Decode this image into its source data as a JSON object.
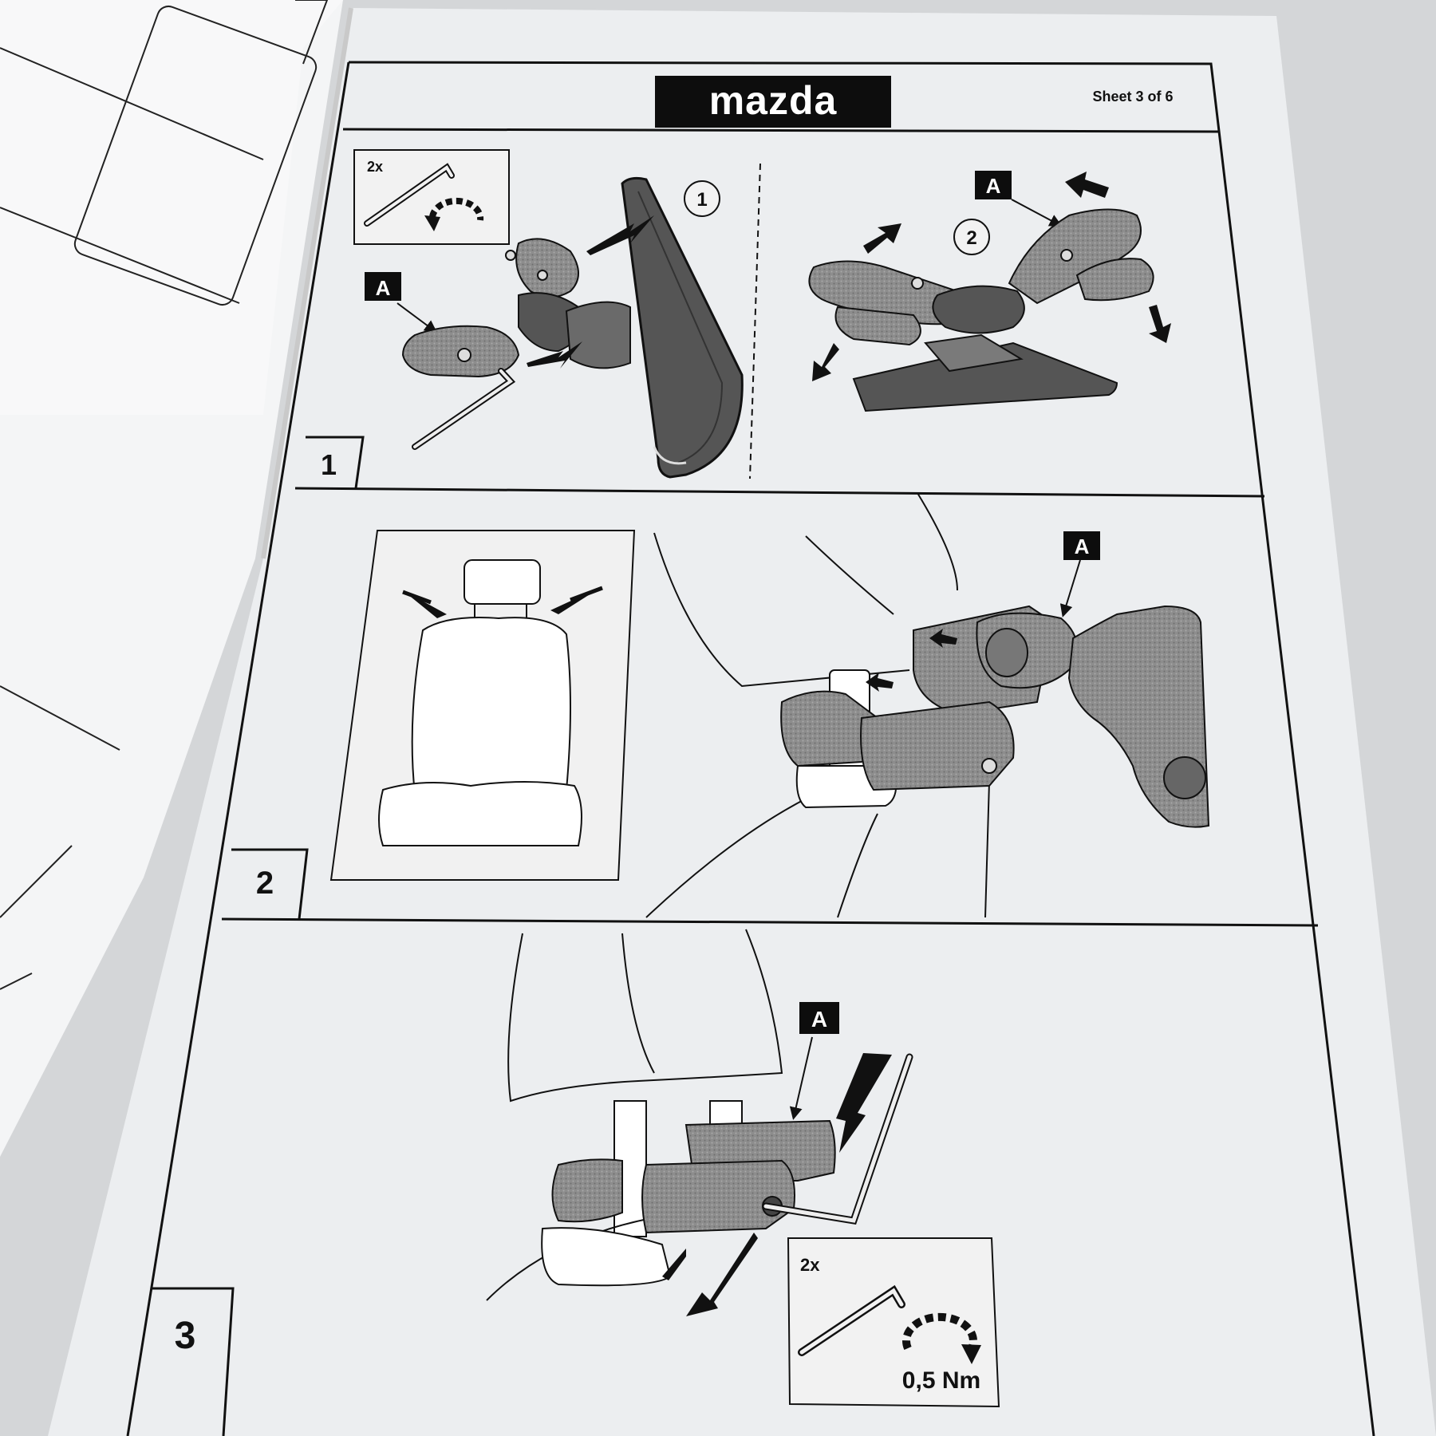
{
  "header": {
    "logo_text": "mazda",
    "sheet_label": "Sheet 3 of 6"
  },
  "steps": [
    {
      "number": "1",
      "tool_box": {
        "quantity": "2x",
        "icon": "allen-key-icon"
      },
      "part_label": "A",
      "sub_steps": [
        "1",
        "2"
      ]
    },
    {
      "number": "2",
      "part_label": "A"
    },
    {
      "number": "3",
      "part_label": "A",
      "tool_box": {
        "quantity": "2x",
        "icon": "allen-key-icon",
        "torque": "0,5 Nm"
      }
    }
  ],
  "colors": {
    "paper": "#eceef0",
    "ink": "#111111",
    "part_grey": "#8a8a8a",
    "label_bg": "#0d0d0d"
  }
}
